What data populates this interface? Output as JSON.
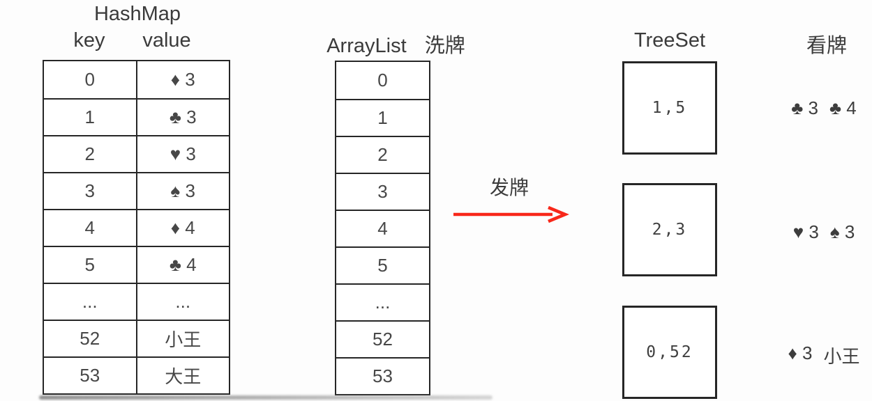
{
  "hashmap": {
    "title": "HashMap",
    "key_header": "key",
    "value_header": "value",
    "rows": [
      {
        "key": "0",
        "value": "♦ 3"
      },
      {
        "key": "1",
        "value": "♣ 3"
      },
      {
        "key": "2",
        "value": "♥ 3"
      },
      {
        "key": "3",
        "value": "♠ 3"
      },
      {
        "key": "4",
        "value": "♦ 4"
      },
      {
        "key": "5",
        "value": "♣ 4"
      },
      {
        "key": "...",
        "value": "..."
      },
      {
        "key": "52",
        "value": "小王"
      },
      {
        "key": "53",
        "value": "大王"
      }
    ]
  },
  "arraylist": {
    "title": "ArrayList",
    "subtitle": "洗牌",
    "items": [
      "0",
      "1",
      "2",
      "3",
      "4",
      "5",
      "...",
      "52",
      "53"
    ]
  },
  "deal": {
    "label": "发牌",
    "arrow_color": "#f8281a"
  },
  "treeset": {
    "title": "TreeSet",
    "boxes": [
      "1,5",
      "2,3",
      "0,52"
    ]
  },
  "view_cards": {
    "title": "看牌",
    "hands": [
      {
        "cards": [
          "♣ 3",
          "♣ 4"
        ]
      },
      {
        "cards": [
          "♥ 3",
          "♠ 3"
        ]
      },
      {
        "cards": [
          "♦ 3",
          "小王"
        ]
      }
    ]
  }
}
